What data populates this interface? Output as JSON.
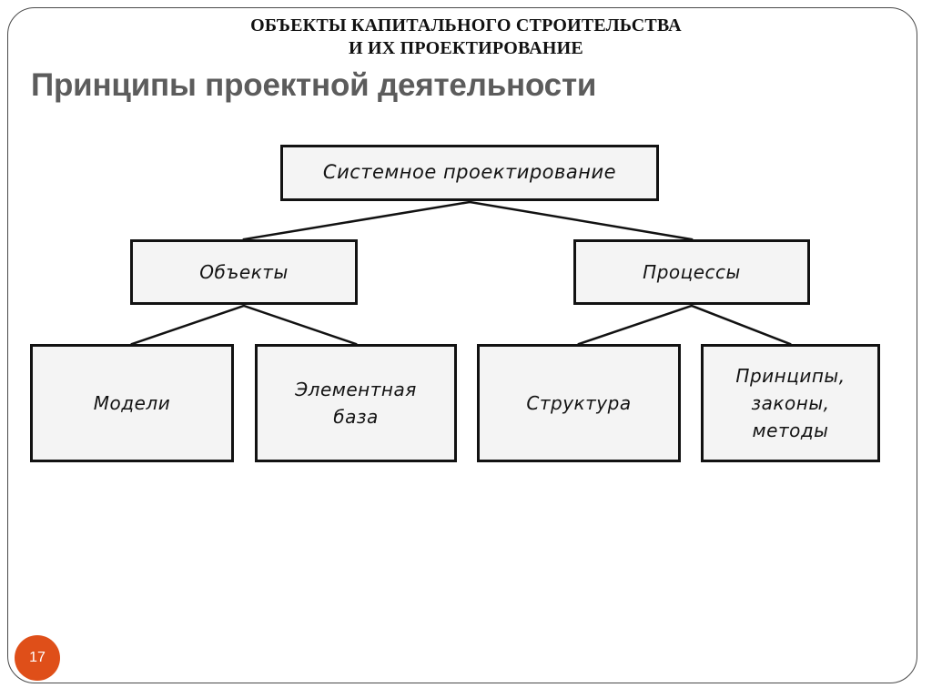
{
  "slide": {
    "kicker_line1": "ОБЪЕКТЫ КАПИТАЛЬНОГО СТРОИТЕЛЬСТВА",
    "kicker_line2": "И ИХ ПРОЕКТИРОВАНИЕ",
    "title": "Принципы проектной деятельности",
    "page_number": "17",
    "colors": {
      "badge": "#df4f19",
      "title": "#5c5c5c",
      "kicker": "#111111",
      "node_fill": "#f4f4f4",
      "node_border": "#121212",
      "frame": "#4a4a4a"
    }
  },
  "chart_data": {
    "type": "diagram",
    "title": "Принципы проектной деятельности",
    "layout": "tree",
    "nodes": [
      {
        "id": "root",
        "label": "Системное проектирование",
        "level": 1
      },
      {
        "id": "objects",
        "label": "Объекты",
        "level": 2,
        "parent": "root"
      },
      {
        "id": "processes",
        "label": "Процессы",
        "level": 2,
        "parent": "root"
      },
      {
        "id": "models",
        "label": "Модели",
        "level": 3,
        "parent": "objects"
      },
      {
        "id": "elements",
        "label": "Элементная\nбаза",
        "level": 3,
        "parent": "objects"
      },
      {
        "id": "structure",
        "label": "Структура",
        "level": 3,
        "parent": "processes"
      },
      {
        "id": "methods",
        "label": "Принципы,\nзаконы,\nметоды",
        "level": 3,
        "parent": "processes"
      }
    ],
    "edges": [
      {
        "from": "root",
        "to": "objects"
      },
      {
        "from": "root",
        "to": "processes"
      },
      {
        "from": "objects",
        "to": "models"
      },
      {
        "from": "objects",
        "to": "elements"
      },
      {
        "from": "processes",
        "to": "structure"
      },
      {
        "from": "processes",
        "to": "methods"
      }
    ]
  }
}
